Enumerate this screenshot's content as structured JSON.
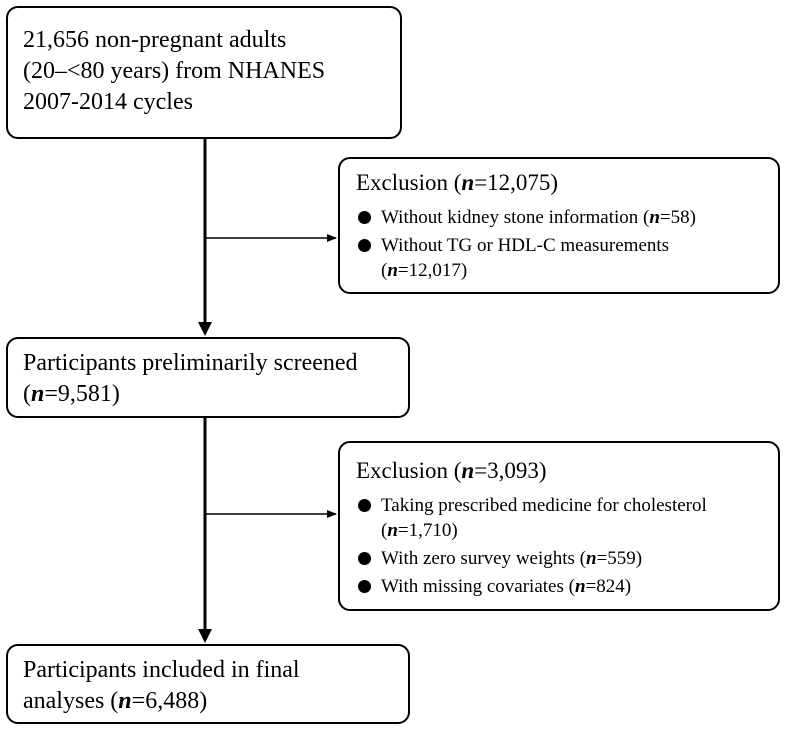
{
  "main_boxes": {
    "initial": {
      "lines": [
        "21,656 non-pregnant adults",
        "(20–<80 years) from NHANES",
        "2007-2014 cycles"
      ]
    },
    "screened": {
      "lines": [
        "Participants preliminarily screened",
        "(n=9,581)"
      ]
    },
    "final": {
      "lines": [
        "Participants included in final",
        "analyses (n=6,488)"
      ]
    }
  },
  "exclusion_1": {
    "title": "Exclusion (n=12,075)",
    "items": [
      {
        "lines": [
          "Without kidney stone information (n=58)"
        ]
      },
      {
        "lines": [
          "Without TG or HDL-C measurements",
          "(n=12,017)"
        ]
      }
    ]
  },
  "exclusion_2": {
    "title": "Exclusion (n=3,093)",
    "items": [
      {
        "lines": [
          "Taking prescribed medicine for cholesterol",
          "(n=1,710)"
        ]
      },
      {
        "lines": [
          "With zero survey weights (n=559)"
        ]
      },
      {
        "lines": [
          "With missing covariates (n=824)"
        ]
      }
    ]
  },
  "colors": {
    "stroke": "#000000",
    "background": "#ffffff"
  }
}
